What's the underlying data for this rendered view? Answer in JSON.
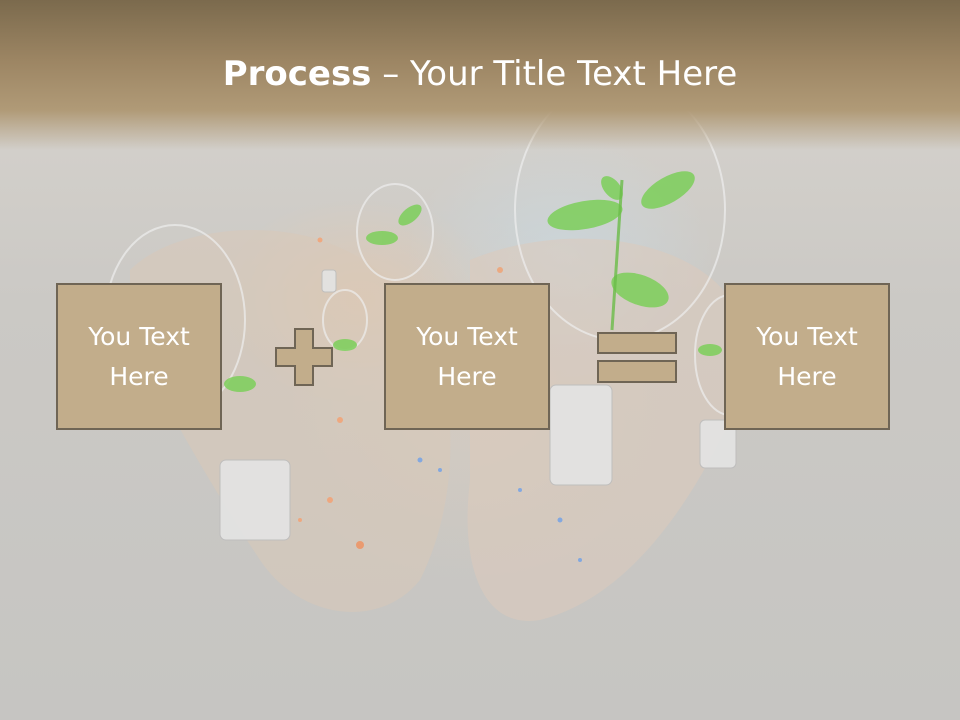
{
  "slide": {
    "title_bold": "Process",
    "title_rest": " – Your Title Text Here"
  },
  "process": {
    "boxes": [
      {
        "line1": "You Text",
        "line2": "Here"
      },
      {
        "line1": "You Text",
        "line2": "Here"
      },
      {
        "line1": "You Text",
        "line2": "Here"
      }
    ],
    "operators": [
      "plus-icon",
      "equals-icon"
    ]
  },
  "colors": {
    "header": "#9c8563",
    "box_fill": "#c2ad8b",
    "box_border": "#6f6555",
    "title_text": "#ffffff"
  }
}
